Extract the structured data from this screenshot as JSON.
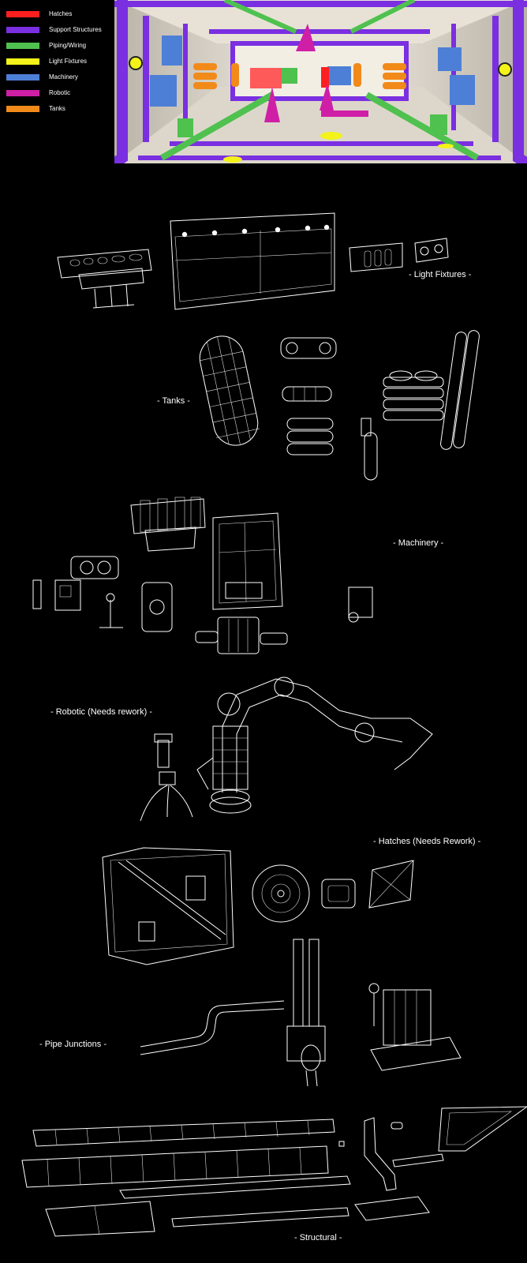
{
  "legend": [
    {
      "label": "Hatches",
      "color": "#ff1f1f"
    },
    {
      "label": "Support Structures",
      "color": "#7a2fe0"
    },
    {
      "label": "Piping/Wiring",
      "color": "#4fc14f"
    },
    {
      "label": "Light Fixtures",
      "color": "#f3f31a"
    },
    {
      "label": "Machinery",
      "color": "#4d7fd6"
    },
    {
      "label": "Robotic",
      "color": "#cf1fa6"
    },
    {
      "label": "Tanks",
      "color": "#f28a1a"
    }
  ],
  "sections": {
    "light_fixtures": "- Light Fixtures -",
    "tanks": "- Tanks -",
    "machinery": "- Machinery -",
    "robotic": "- Robotic (Needs rework) -",
    "hatches": "- Hatches (Needs Rework) -",
    "pipe_junctions": "- Pipe Junctions -",
    "structural": "- Structural -"
  },
  "colors": {
    "background": "#000000",
    "wireframe": "#ffffff",
    "room_wall": "#ece6da",
    "room_floor": "#d8d2c6"
  }
}
